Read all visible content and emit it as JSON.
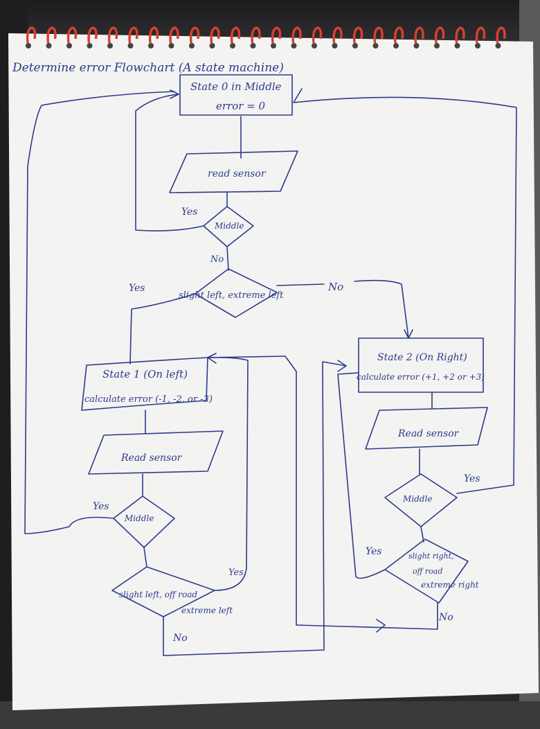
{
  "title": "Determine error Flowchart (A state machine)",
  "state0": {
    "line1": "State 0 in Middle",
    "line2": "error = 0"
  },
  "read_sensor_top": "read sensor",
  "middle_top": "Middle",
  "yes_top": "Yes",
  "no_top": "No",
  "decision_left": "slight left, extreme left",
  "yes_left_decision": "Yes",
  "no_left_decision": "No",
  "state1": {
    "line1": "State 1 (On left)",
    "line2": "calculate error (-1, -2, or -3)"
  },
  "read_sensor_left": "Read sensor",
  "yes_left_middle": "Yes",
  "middle_left": "Middle",
  "decision_bottom_left": {
    "line1": "slight left, off road",
    "line2": "extreme left"
  },
  "yes_bottom_left": "Yes",
  "no_bottom_left": "No",
  "state2": {
    "line1": "State 2 (On Right)",
    "line2": "calculate error (+1, +2 or +3)"
  },
  "read_sensor_right": "Read sensor",
  "yes_right_middle": "Yes",
  "middle_right": "Middle",
  "yes_right_decision": "Yes",
  "decision_right": {
    "line1": "slight right,",
    "line2": "off road",
    "line3": "extreme right"
  },
  "no_right_decision": "No",
  "colors": {
    "ink": "#2d3a8c",
    "paper": "#f4f4f2",
    "spiral": "#d8402f"
  }
}
